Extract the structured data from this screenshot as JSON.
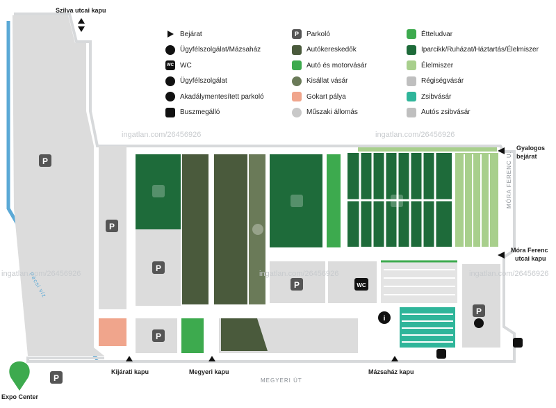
{
  "legend": {
    "col1": [
      {
        "icon": "arrow-right-icon",
        "label": "Bejárat"
      },
      {
        "icon": "info-icon",
        "label": "Ügyfélszolgálat/Mázsaház"
      },
      {
        "icon": "wc-icon",
        "label": "WC",
        "glyph": "WC"
      },
      {
        "icon": "info-icon",
        "label": "Ügyfélszolgálat"
      },
      {
        "icon": "wheelchair-icon",
        "label": "Akadálymentesített parkoló"
      },
      {
        "icon": "bus-icon",
        "label": "Buszmegálló"
      }
    ],
    "col2": [
      {
        "icon": "parking-icon",
        "label": "Parkoló",
        "glyph": "P"
      },
      {
        "icon": "car-dealer-icon",
        "label": "Autókereskedők"
      },
      {
        "icon": "car-motor-icon",
        "label": "Autó és motorvásár"
      },
      {
        "icon": "small-animal-icon",
        "label": "Kisállat vásár"
      },
      {
        "icon": "gokart-flag-icon",
        "label": "Gokart pálya"
      },
      {
        "icon": "gear-icon",
        "label": "Műszaki állomás"
      }
    ],
    "col3": [
      {
        "icon": "cutlery-icon",
        "label": "Étteludvar"
      },
      {
        "icon": "tshirt-icon",
        "label": "Iparcikk/Ruházat/Háztartás/Élelmiszer"
      },
      {
        "icon": "food-icon",
        "label": "Élelmiszer"
      },
      {
        "icon": "antique-icon",
        "label": "Régiségvásár"
      },
      {
        "icon": "lamp-icon",
        "label": "Zsibvásár"
      },
      {
        "icon": "car-flea-icon",
        "label": "Autós zsibvásár"
      }
    ]
  },
  "labels": {
    "szilva_gate": "Szilva utcai kapu",
    "gyalogos": "Gyalogos",
    "bejarat": "bejárat",
    "mora_gate_1": "Móra Ferenc",
    "mora_gate_2": "utcai kapu",
    "kijarati": "Kijárati kapu",
    "megyeri_gate": "Megyeri kapu",
    "mazsahaz_gate": "Mázsaház kapu",
    "expo": "Expo Center",
    "megyeri_ut": "MEGYERI ÚT",
    "mora_ferenc_u": "MÓRA FERENC U.",
    "pecsi_viz": "Pécsi víz"
  },
  "watermark": "ingatlan.com/26456926",
  "colors": {
    "dark_green": "#1e6b3a",
    "olive": "#4a5a3c",
    "bright_green": "#3daa4e",
    "light_green": "#a8cf8c",
    "teal": "#2fb59a",
    "salmon": "#f0a58c",
    "grey": "#dcdcdc",
    "water": "#5ba9d6"
  }
}
